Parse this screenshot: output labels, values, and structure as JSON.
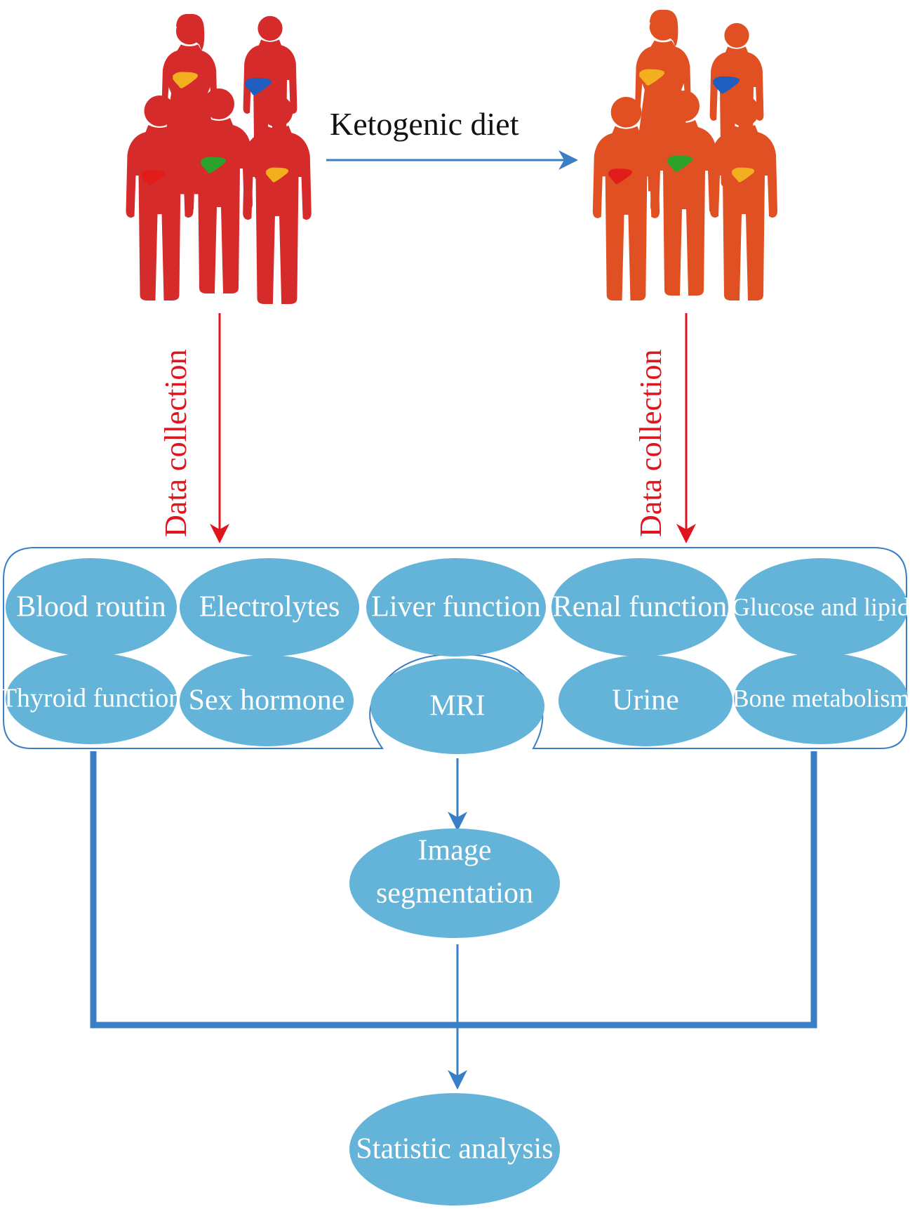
{
  "diagram": {
    "top_arrow_label": "Ketogenic diet",
    "data_collection_left": "Data collection",
    "data_collection_right": "Data collection",
    "tests_row1": [
      "Blood routin",
      "Electrolytes",
      "Liver function",
      "Renal function",
      "Glucose and lipid"
    ],
    "tests_row2": [
      "Thyroid function",
      "Sex hormone",
      "MRI",
      "Urine",
      "Bone metabolism"
    ],
    "image_segmentation": [
      "Image",
      "segmentation"
    ],
    "statistic_analysis": "Statistic analysis",
    "colors": {
      "ellipse": "#63b4d8",
      "flow_blue": "#3a7ec6",
      "collection_red": "#e0141c",
      "group_before": "#d62b2b",
      "group_after": "#e05022"
    },
    "icons": [
      "person-silhouette-icon",
      "liver-icon"
    ]
  }
}
